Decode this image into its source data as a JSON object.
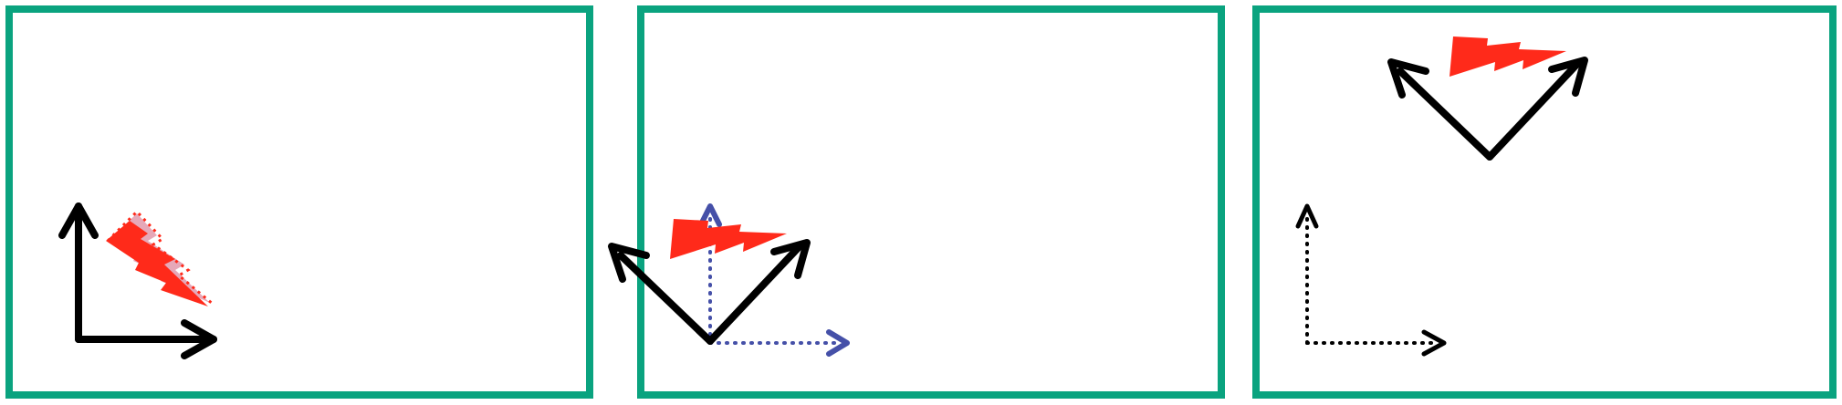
{
  "colors": {
    "frame": "#0aa37f",
    "arrow": "#000000",
    "bolt": "#ff2a1a",
    "bolt_shadow": "#e6a8b8",
    "aux_axis": "#4550a8",
    "background": "#ffffff"
  },
  "panels": [
    {
      "id": "panel-1",
      "axes": "solid-black",
      "basis_vectors": "none",
      "shape": "lightning-bolt-skewed-with-dotted-outline"
    },
    {
      "id": "panel-2",
      "axes": "dotted-blue",
      "basis_vectors": "rotated-black",
      "shape": "lightning-bolt-horizontal"
    },
    {
      "id": "panel-3",
      "axes": "dotted-black",
      "basis_vectors": "rotated-black",
      "shape": "lightning-bolt-horizontal"
    }
  ]
}
